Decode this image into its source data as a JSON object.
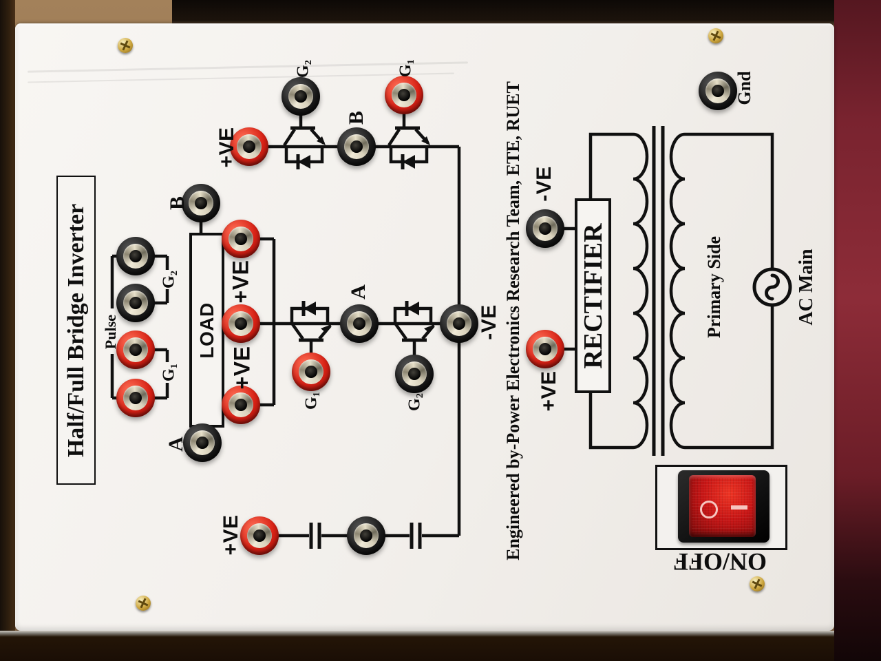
{
  "board": {
    "title": "Half/Full Bridge Inverter",
    "credit": "Engineered by-Power Electronics Research Team, ETE, RUET"
  },
  "labels": {
    "pulse": "Pulse",
    "g1": "G₁",
    "g2": "G₂",
    "a": "A",
    "b": "B",
    "pos": "+VE",
    "neg": "-VE",
    "load": "LOAD",
    "rectifier": "RECTIFIER",
    "primary_side": "Primary Side",
    "ac_main": "AC Main",
    "gnd": "Gnd",
    "on_off": "ON/OFF"
  },
  "switch": {
    "label": "ON/OFF",
    "off_mark": "O",
    "on_mark": "I",
    "state": "off"
  },
  "colors": {
    "jack_red": "#d72115",
    "jack_black": "#1b1b1b",
    "print_black": "#101010",
    "panel_white": "#f4f2ee",
    "rocker_red": "#c81616",
    "wood_brown": "#8d6c49",
    "side_maroon": "#8d2c38"
  }
}
